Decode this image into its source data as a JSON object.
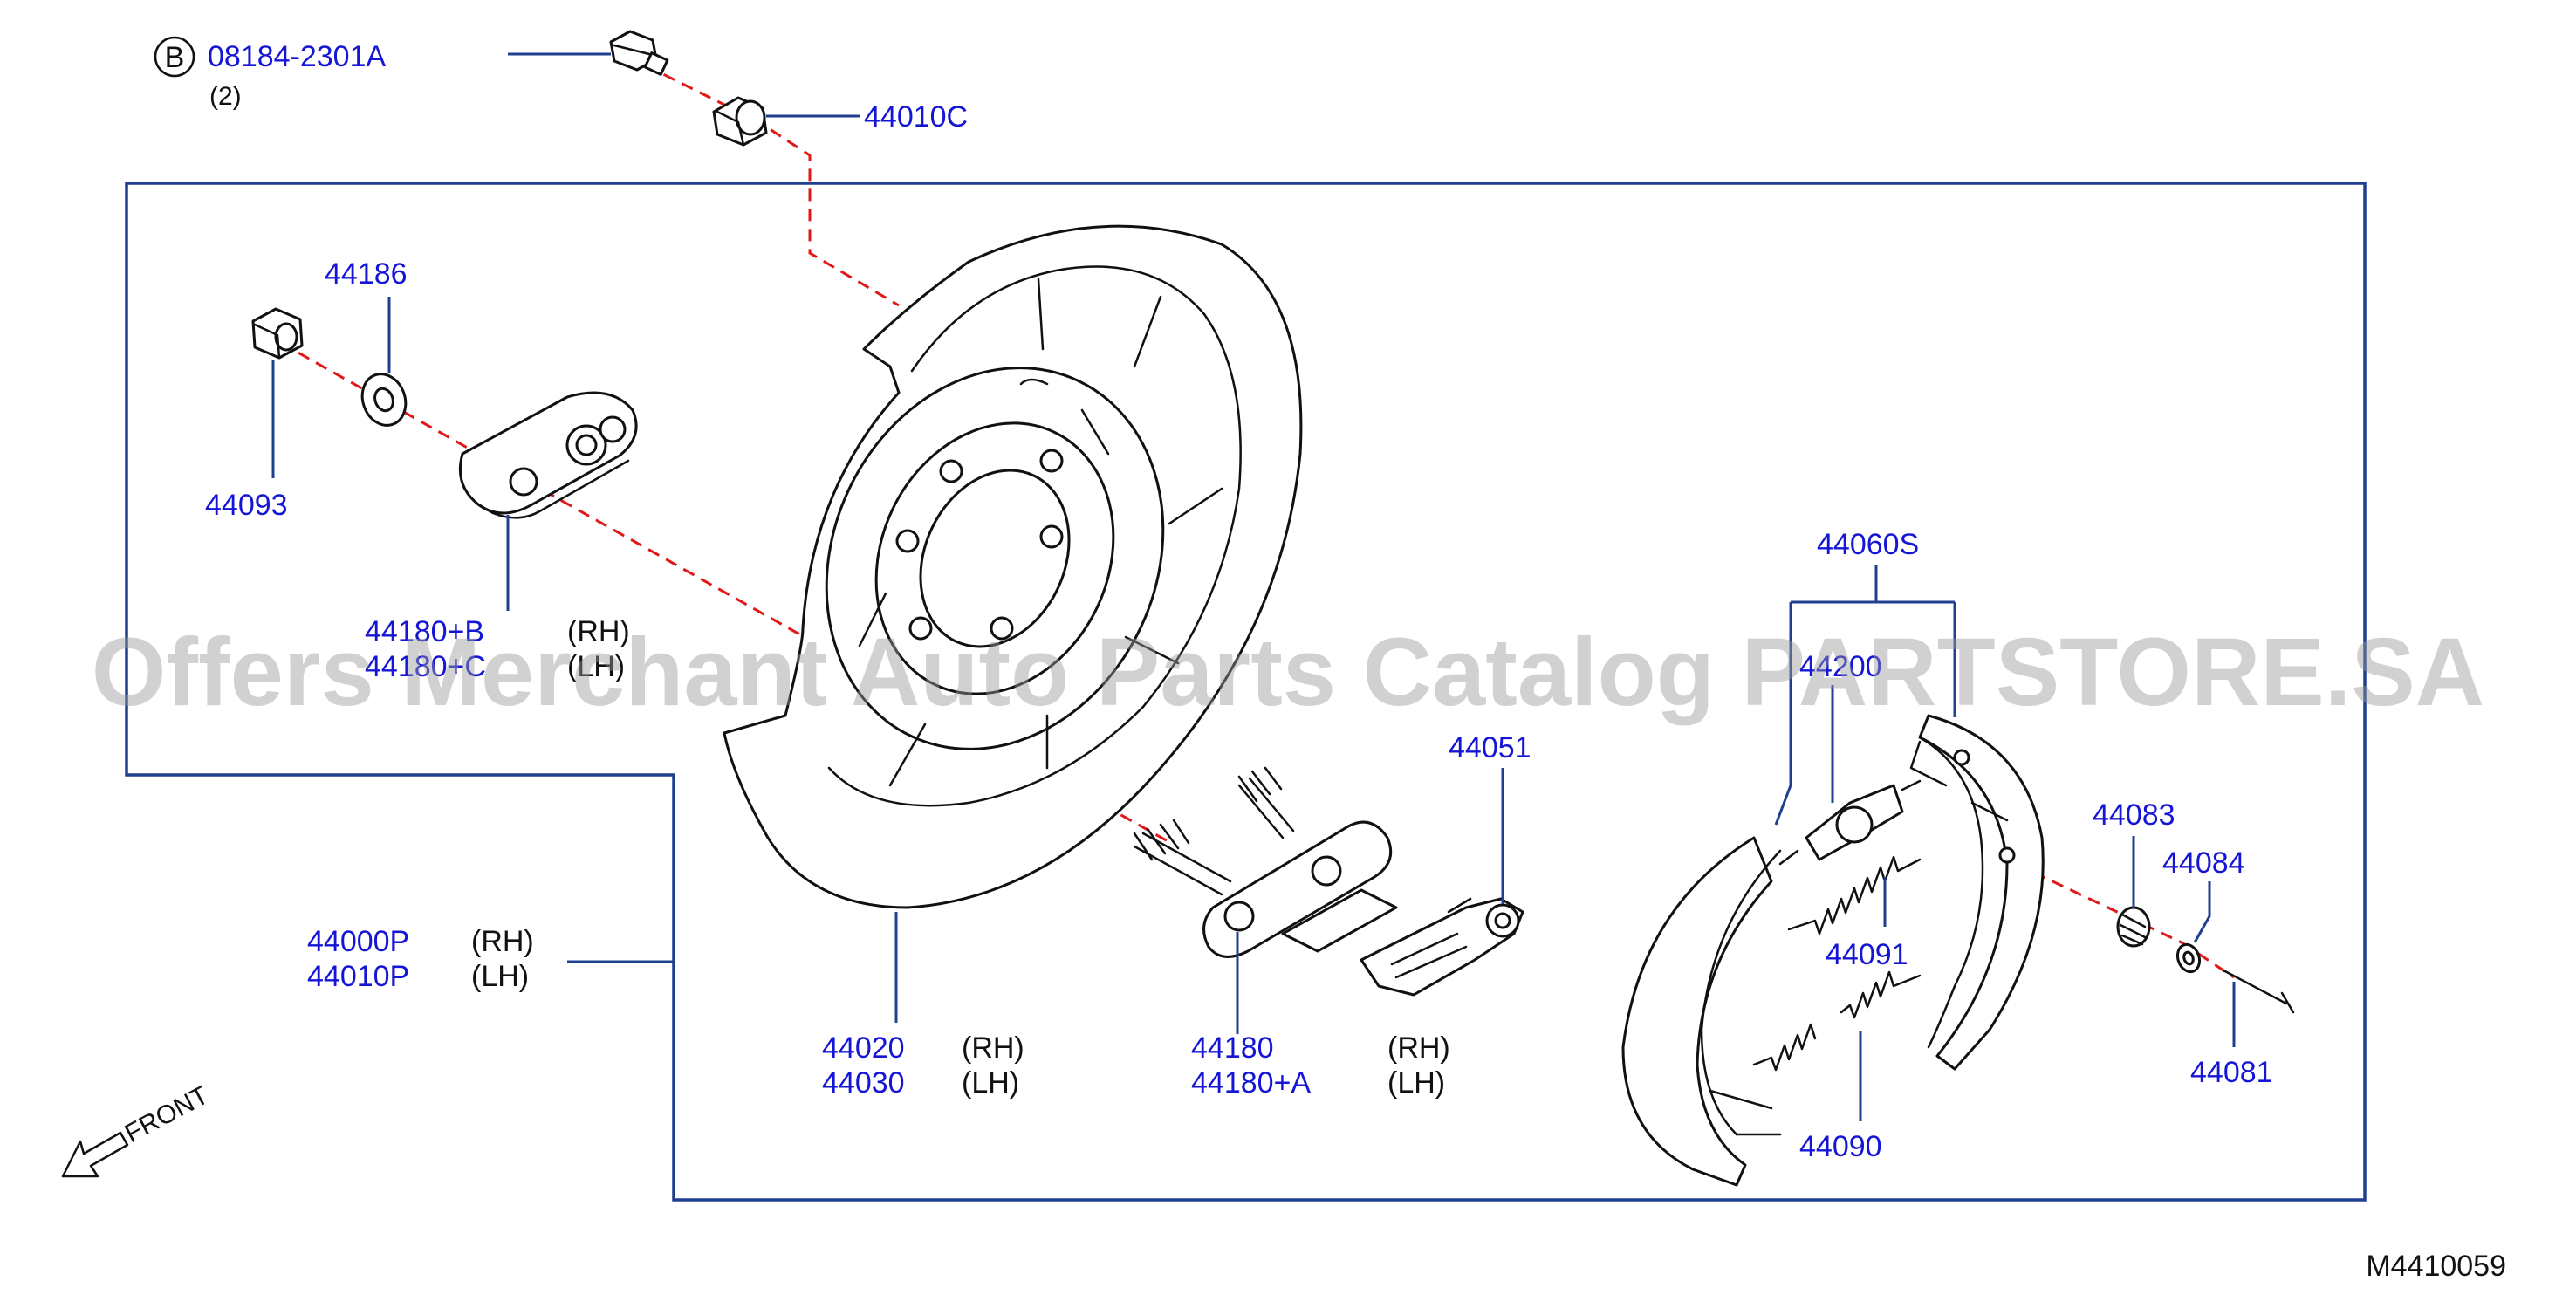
{
  "watermark": "Offers Merchant Auto Parts Catalog PARTSTORE.SA",
  "diagram_code": "M4410059",
  "front_label": "FRONT",
  "bolt_marker": "B",
  "parts": {
    "bolt": {
      "number": "08184-2301A",
      "qty": "(2)"
    },
    "p44010C": "44010C",
    "p44186": "44186",
    "p44093": "44093",
    "p44180B": {
      "rh": "44180+B",
      "rh_side": "(RH)",
      "lh": "44180+C",
      "lh_side": "(LH)"
    },
    "p44000P": {
      "rh": "44000P",
      "rh_side": "(RH)",
      "lh": "44010P",
      "lh_side": "(LH)"
    },
    "p44020": {
      "rh": "44020",
      "rh_side": "(RH)",
      "lh": "44030",
      "lh_side": "(LH)"
    },
    "p44180": {
      "rh": "44180",
      "rh_side": "(RH)",
      "lh": "44180+A",
      "lh_side": "(LH)"
    },
    "p44051": "44051",
    "p44060S": "44060S",
    "p44200": "44200",
    "p44091": "44091",
    "p44090": "44090",
    "p44083": "44083",
    "p44084": "44084",
    "p44081": "44081"
  }
}
